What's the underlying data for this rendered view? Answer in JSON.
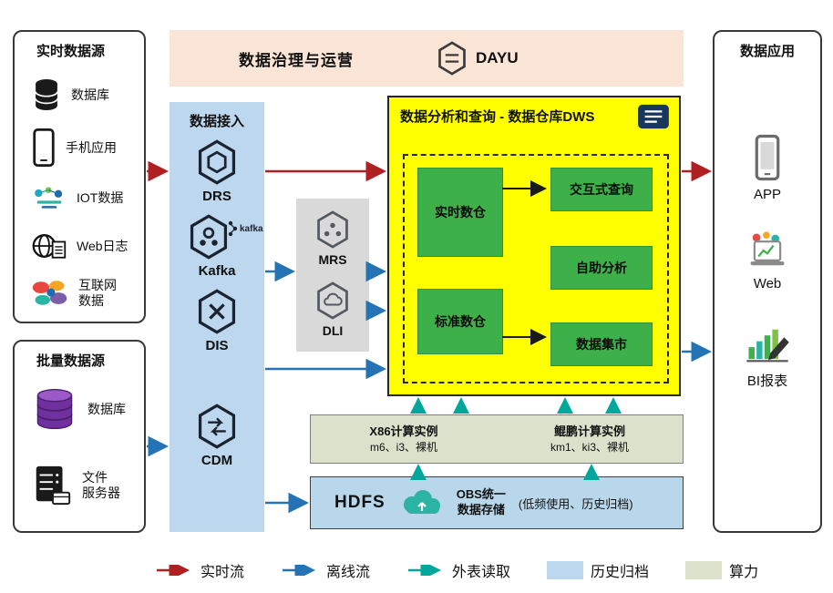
{
  "governance": {
    "title": "数据治理与运营",
    "logo_text": "DAYU"
  },
  "realtime_sources": {
    "title": "实时数据源",
    "items": [
      {
        "label": "数据库"
      },
      {
        "label": "手机应用"
      },
      {
        "label": "IOT数据"
      },
      {
        "label": "Web日志"
      },
      {
        "label_lines": [
          "互联网",
          "数据"
        ]
      }
    ]
  },
  "batch_sources": {
    "title": "批量数据源",
    "items": [
      {
        "label": "数据库"
      },
      {
        "label_lines": [
          "文件",
          "服务器"
        ]
      }
    ]
  },
  "ingestion": {
    "title": "数据接入",
    "services": [
      {
        "name": "DRS"
      },
      {
        "name": "Kafka",
        "badge": "kafka"
      },
      {
        "name": "DIS"
      },
      {
        "name": "CDM"
      }
    ]
  },
  "processing": {
    "services": [
      {
        "name": "MRS"
      },
      {
        "name": "DLI"
      }
    ]
  },
  "dws": {
    "title": "数据分析和查询 - 数据仓库DWS",
    "warehouses": [
      {
        "label": "实时数仓"
      },
      {
        "label": "标准数仓"
      }
    ],
    "analytics": [
      {
        "label": "交互式查询"
      },
      {
        "label": "自助分析"
      },
      {
        "label": "数据集市"
      }
    ]
  },
  "compute": {
    "groups": [
      {
        "title": "X86计算实例",
        "subtitle": "m6、i3、裸机"
      },
      {
        "title": "鲲鹏计算实例",
        "subtitle": "km1、ki3、裸机"
      }
    ]
  },
  "storage": {
    "hdfs": "HDFS",
    "obs_lines": [
      "OBS统一",
      "数据存储"
    ],
    "note": "(低频使用、历史归档)"
  },
  "applications": {
    "title": "数据应用",
    "items": [
      {
        "label": "APP"
      },
      {
        "label": "Web"
      },
      {
        "label": "BI报表"
      }
    ]
  },
  "legend": {
    "items": [
      {
        "label": "实时流",
        "kind": "arrow",
        "color": "#b02020"
      },
      {
        "label": "离线流",
        "kind": "arrow",
        "color": "#2373b5"
      },
      {
        "label": "外表读取",
        "kind": "arrow",
        "color": "#00a79a"
      },
      {
        "label": "历史归档",
        "kind": "swatch",
        "color": "#bdd7ee"
      },
      {
        "label": "算力",
        "kind": "swatch",
        "color": "#dbe1cb"
      }
    ]
  }
}
